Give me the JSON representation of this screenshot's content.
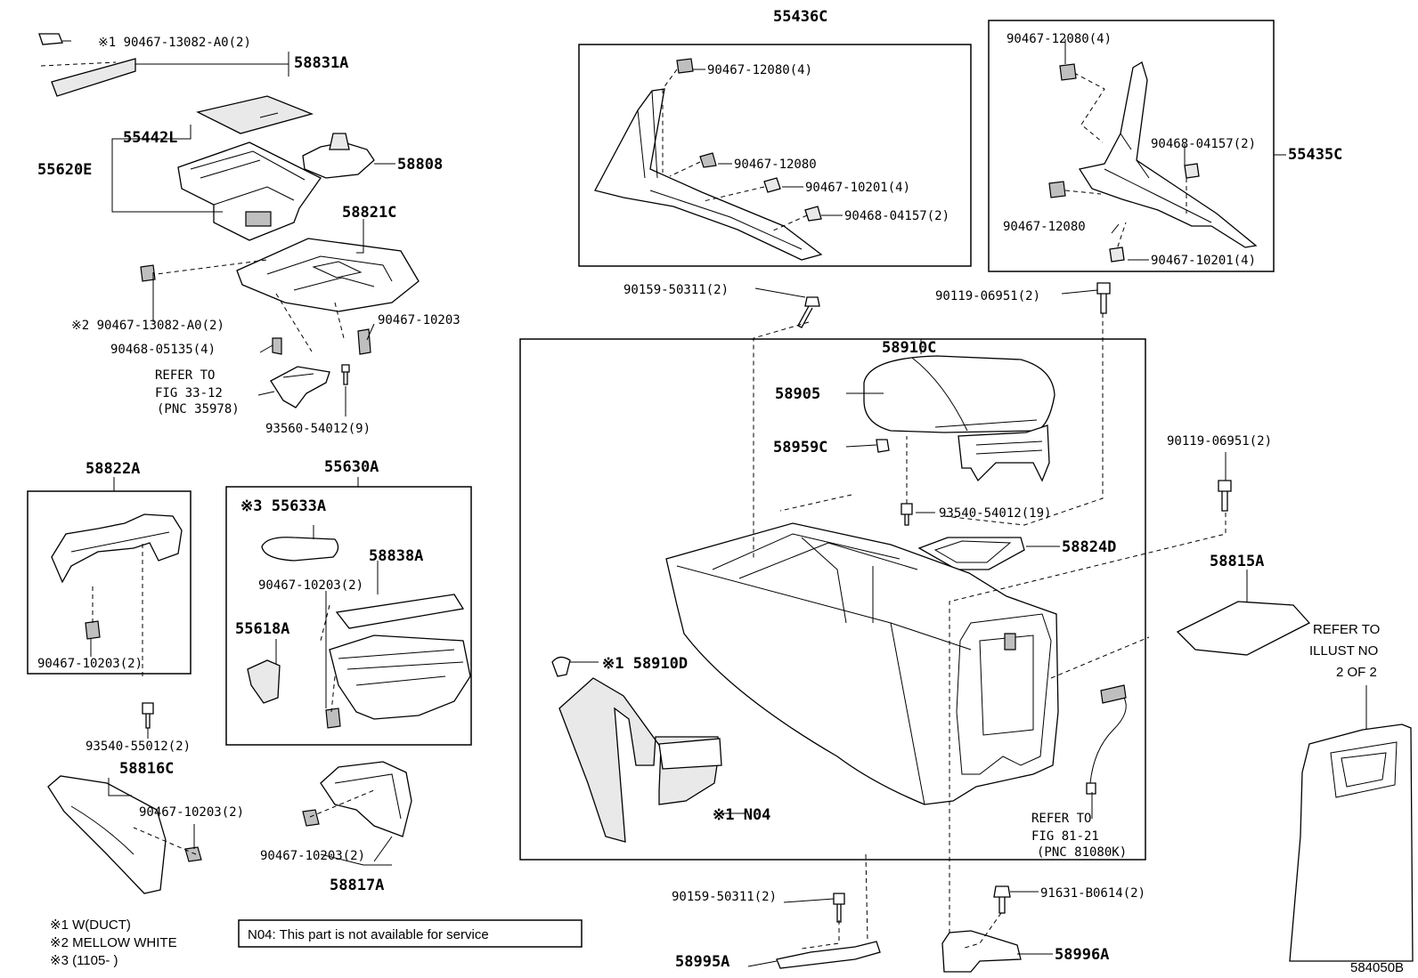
{
  "labels": {
    "p55436C": "55436C",
    "p90467_12080_4_a": "90467-12080(4)",
    "p90467_12080_a": "90467-12080",
    "p90467_10201_4_a": "90467-10201(4)",
    "p90468_04157_2_a": "90468-04157(2)",
    "p90467_12080_4_b": "90467-12080(4)",
    "p90468_04157_2_b": "90468-04157(2)",
    "p55435C": "55435C",
    "p90467_12080_b": "90467-12080",
    "p90467_10201_4_b": "90467-10201(4)",
    "p90467_13082_1": "※1 90467-13082-A0(2)",
    "p58831A": "58831A",
    "p55442L": "55442L",
    "p55620E": "55620E",
    "p58808": "58808",
    "p58821C": "58821C",
    "p90467_13082_2": "※2 90467-13082-A0(2)",
    "p90467_10203_a": "90467-10203",
    "p90468_05135": "90468-05135(4)",
    "refer_fig33_1": "REFER TO",
    "refer_fig33_2": "FIG 33-12",
    "refer_fig33_3": "(PNC 35978)",
    "p93560_54012": "93560-54012(9)",
    "p90159_50311_a": "90159-50311(2)",
    "p90119_06951_a": "90119-06951(2)",
    "p58910C": "58910C",
    "p58905": "58905",
    "p58959C": "58959C",
    "p93540_54012": "93540-54012(19)",
    "p58824D": "58824D",
    "p90119_06951_b": "90119-06951(2)",
    "p58815A": "58815A",
    "refer_illust_1": "REFER TO",
    "refer_illust_2": "ILLUST NO",
    "refer_illust_3": "2 OF 2",
    "p58822A": "58822A",
    "p90467_10203_2_a": "90467-10203(2)",
    "p55630A": "55630A",
    "p55633A": "※3 55633A",
    "p58838A": "58838A",
    "p90467_10203_2_b": "90467-10203(2)",
    "p55618A": "55618A",
    "p58910D": "※1 58910D",
    "pN04": "※1 N04",
    "p93540_55012": "93540-55012(2)",
    "p58816C": "58816C",
    "p90467_10203_2_c": "90467-10203(2)",
    "p90467_10203_2_d": "90467-10203(2)",
    "p58817A": "58817A",
    "refer_fig81_1": "REFER TO",
    "refer_fig81_2": "FIG 81-21",
    "refer_fig81_3": "(PNC 81080K)",
    "p90159_50311_b": "90159-50311(2)",
    "p91631_B0614": "91631-B0614(2)",
    "p58995A": "58995A",
    "p58996A": "58996A"
  },
  "notes": {
    "n1": "※1 W(DUCT)",
    "n2": "※2 MELLOW WHITE",
    "n3": "※3 (1105-     )"
  },
  "footnote": "N04: This part is not available for service",
  "figure_id": "584050B"
}
